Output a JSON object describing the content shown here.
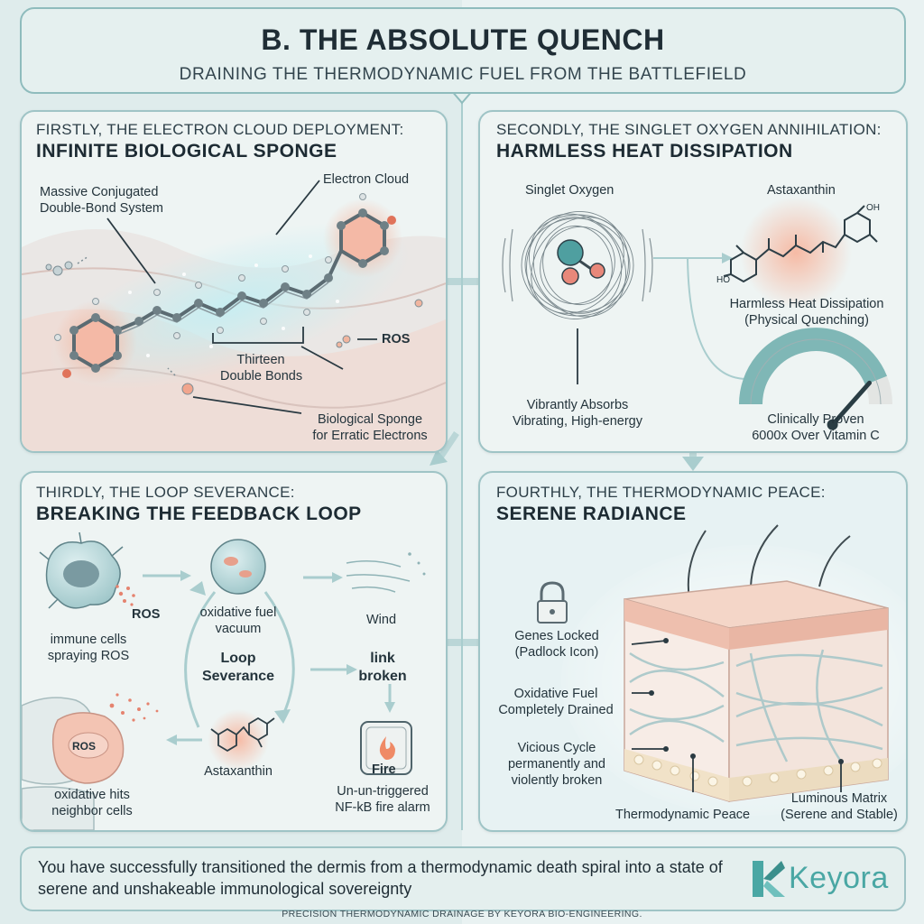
{
  "header": {
    "title": "B. THE ABSOLUTE QUENCH",
    "subtitle": "DRAINING THE THERMODYNAMIC FUEL FROM THE BATTLEFIELD"
  },
  "panel1": {
    "kicker": "FIRSTLY, THE ELECTRON CLOUD DEPLOYMENT:",
    "heading": "INFINITE BIOLOGICAL SPONGE",
    "label_conjugated": "Massive Conjugated\nDouble-Bond System",
    "label_cloud": "Electron Cloud",
    "label_thirteen": "Thirteen\nDouble Bonds",
    "label_ros": "ROS",
    "label_sponge": "Biological Sponge\nfor Erratic Electrons"
  },
  "panel2": {
    "kicker": "SECONDLY, THE SINGLET OXYGEN ANNIHILATION:",
    "heading": "HARMLESS HEAT DISSIPATION",
    "label_singlet": "Singlet Oxygen",
    "label_astaxanthin": "Astaxanthin",
    "label_heat": "Harmless Heat Dissipation\n(Physical Quenching)",
    "label_absorbs": "Vibrantly Absorbs\nVibrating, High-energy",
    "label_clinical": "Clinically Proven\n6000x Over Vitamin C",
    "oh_top": "OH",
    "oh_bottom": "HO"
  },
  "panel3": {
    "kicker": "THIRDLY, THE LOOP SEVERANCE:",
    "heading": "BREAKING THE FEEDBACK LOOP",
    "label_ros": "ROS",
    "label_immune": "immune cells\nspraying ROS",
    "label_vacuum": "oxidative fuel\nvacuum",
    "label_wind": "Wind",
    "label_loop": "Loop\nSeverance",
    "label_link": "link\nbroken",
    "label_ros2": "ROS",
    "label_fire": "Fire",
    "label_astaxanthin": "Astaxanthin",
    "label_alarm": "Un-un-triggered\nNF-kB fire alarm",
    "label_oxidative": "oxidative hits\nneighbor cells"
  },
  "panel4": {
    "kicker": "FOURTHLY, THE THERMODYNAMIC PEACE:",
    "heading": "SERENE RADIANCE",
    "label_genes": "Genes Locked\n(Padlock Icon)",
    "label_fuel": "Oxidative Fuel\nCompletely Drained",
    "label_cycle": "Vicious Cycle\npermanently and\nviolently broken",
    "label_peace": "Thermodynamic Peace",
    "label_matrix": "Luminous Matrix\n(Serene and Stable)"
  },
  "banner": {
    "text": "You have successfully transitioned the dermis from a thermodynamic death spiral into a state of serene and unshakeable immunological sovereignty",
    "brand": "Keyora"
  },
  "footer": {
    "text": "PRECISION THERMODYNAMIC DRAINAGE BY KEYORA BIO-ENGINEERING."
  },
  "gauge": {
    "level": 0.88
  },
  "colors": {
    "teal": "#4aa7a4",
    "panel_border": "#9fc4c6",
    "glow_orange": "#f3a98c",
    "cloud_blue": "#bfe5ea"
  }
}
